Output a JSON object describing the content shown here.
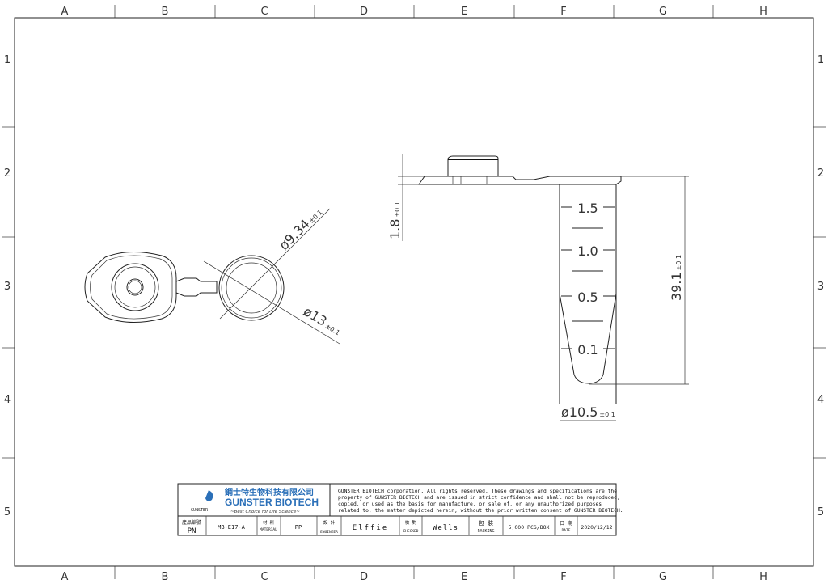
{
  "grid": {
    "columns": [
      "A",
      "B",
      "C",
      "D",
      "E",
      "F",
      "G",
      "H"
    ],
    "rows": [
      "1",
      "2",
      "3",
      "4",
      "5"
    ]
  },
  "top_view": {
    "dim_cap_inner": {
      "value": "ø9.34",
      "tol": "±0.1"
    },
    "dim_cap_outer": {
      "value": "ø13",
      "tol": "±0.1"
    }
  },
  "side_view": {
    "dim_lid_thickness": {
      "value": "1.8",
      "tol": "±0.1"
    },
    "dim_height": {
      "value": "39.1",
      "tol": "±0.1"
    },
    "dim_diameter": {
      "value": "ø10.5",
      "tol": "±0.1"
    },
    "graduations": [
      "1.5",
      "1.0",
      "0.5",
      "0.1"
    ]
  },
  "title_block": {
    "company_cn": "鋼士特生物科技有限公司",
    "company_en": "GUNSTER BIOTECH",
    "logo_text": "GUNSTER",
    "slogan": "~Best Choice for Life Science~",
    "notice": [
      "GUNSTER BIOTECH corporation. All rights reserved. These drawings and specifications are the",
      "property of GUNSTER BIOTECH and are issued in strict confidence and shall not be reproduced,",
      "copied, or used as the basis for manufacture, or sale of, or any unauthorized purposes",
      "related to, the matter depicted herein, without the prior written consent of GUNSTER BIOTECH."
    ],
    "pn_label_cn": "產品編號",
    "pn_label": "PN",
    "pn_value": "MB-E17-A",
    "material_label_cn": "材 料",
    "material_label": "MATERIAL",
    "material_value": "PP",
    "engineer_label_cn": "設 計",
    "engineer_label": "ENGINEER",
    "engineer_value": "Elffie",
    "checked_label_cn": "檢 對",
    "checked_label": "CHECKED",
    "checked_value": "Wells",
    "packing_label_cn": "包 裝",
    "packing_label": "PACKING",
    "packing_value": "5,000 PCS/BOX",
    "date_label_cn": "日 期",
    "date_label": "DATE",
    "date_value": "2020/12/12"
  },
  "colors": {
    "line": "#222222",
    "brand": "#2a6fb8"
  }
}
